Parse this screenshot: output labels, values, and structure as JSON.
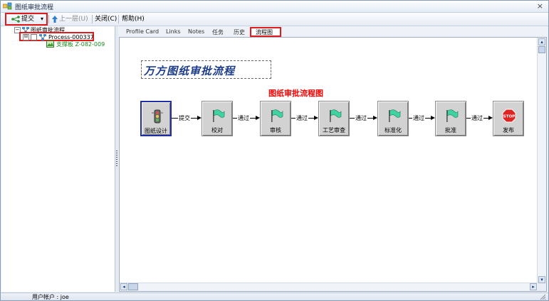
{
  "window": {
    "title": "图纸审批流程",
    "close_glyph": "×"
  },
  "toolbar": {
    "submit_label": "提交",
    "dropdown_glyph": "▾",
    "up_label": "上一层(U)",
    "close_label": "关闭(C)",
    "help_label": "帮助(H)"
  },
  "tree": {
    "root": "图纸审批流程",
    "process": "Process-000337",
    "child": "支撑板 Z-082-009",
    "collapse_glyph": "−",
    "expand_glyph": "⊟"
  },
  "tabs": [
    {
      "label": "Profile Card"
    },
    {
      "label": "Links"
    },
    {
      "label": "Notes"
    },
    {
      "label": "任务"
    },
    {
      "label": "历史"
    },
    {
      "label": "流程图",
      "active": true
    }
  ],
  "diagram": {
    "banner": "万方图纸审批流程",
    "title": "图纸审批流程图",
    "nodes": [
      {
        "label": "图纸设计",
        "icon": "traffic-light"
      },
      {
        "label": "校对",
        "icon": "flag"
      },
      {
        "label": "审核",
        "icon": "flag"
      },
      {
        "label": "工艺审查",
        "icon": "flag"
      },
      {
        "label": "标准化",
        "icon": "flag"
      },
      {
        "label": "批准",
        "icon": "flag"
      },
      {
        "label": "发布",
        "icon": "stop-sign",
        "icon_text": "STOP"
      }
    ],
    "connectors": [
      "提交",
      "通过",
      "通过",
      "通过",
      "通过",
      "通过"
    ]
  },
  "status": {
    "user": "用户帐户 : joe"
  },
  "colors": {
    "highlight": "#e01b1b",
    "flow_title": "#ff0000",
    "banner": "#1d3c8a",
    "flag": "#3fd3a0"
  }
}
